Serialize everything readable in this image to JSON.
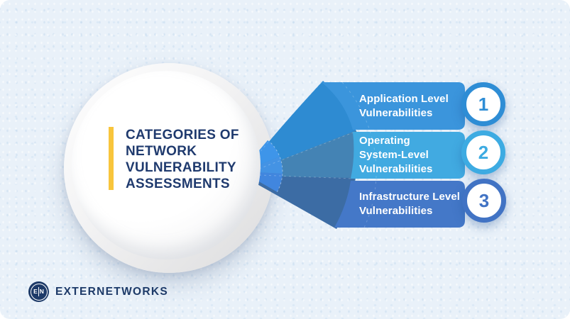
{
  "background": {
    "card_color": "#E9F1F9"
  },
  "title": {
    "lines": [
      "CATEGORIES OF",
      "NETWORK",
      "VULNERABILITY",
      "ASSESSMENTS"
    ],
    "text_color": "#1F3A6E",
    "accent_bar_color": "#F8C53C"
  },
  "categories": [
    {
      "number": "1",
      "label_lines": [
        "Application Level",
        "Vulnerabilities",
        ""
      ],
      "banner_color": "#3B95DC",
      "wedge_color": "#2E8BD2",
      "inner_wedge_color": "#3E95E9",
      "circle_color": "#2E8DD5",
      "text_color": "#FFFFFF"
    },
    {
      "number": "2",
      "label_lines": [
        "Operating",
        "System-Level",
        "Vulnerabilities"
      ],
      "banner_color": "#41AAE1",
      "wedge_color": "#4483B4",
      "inner_wedge_color": "#4493E4",
      "circle_color": "#3DABE2",
      "text_color": "#FFFFFF"
    },
    {
      "number": "3",
      "label_lines": [
        "Infrastructure Level",
        "Vulnerabilities",
        ""
      ],
      "banner_color": "#4478C8",
      "wedge_color": "#3C6CA4",
      "inner_wedge_color": "#4186DE",
      "circle_color": "#4173C4",
      "text_color": "#FFFFFF"
    }
  ],
  "logo": {
    "text": "EXTERNETWORKS",
    "icon_letter_left": "E",
    "icon_letter_right": "N",
    "color": "#1D3A68"
  }
}
